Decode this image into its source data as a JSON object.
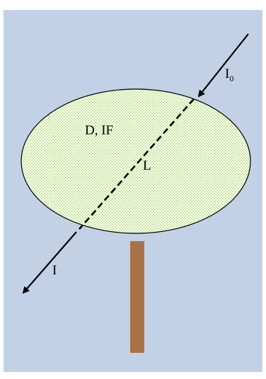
{
  "diagram": {
    "labels": {
      "incident_main": "I",
      "incident_sub": "0",
      "transmitted": "I",
      "medium": "D, IF",
      "path_length": "L"
    },
    "colors": {
      "background": "#c3d1e6",
      "canopy_fill": "#c8e89c",
      "canopy_pattern": "#ffffff",
      "canopy_outline": "#000000",
      "trunk": "#a87246",
      "ray": "#000000"
    }
  }
}
